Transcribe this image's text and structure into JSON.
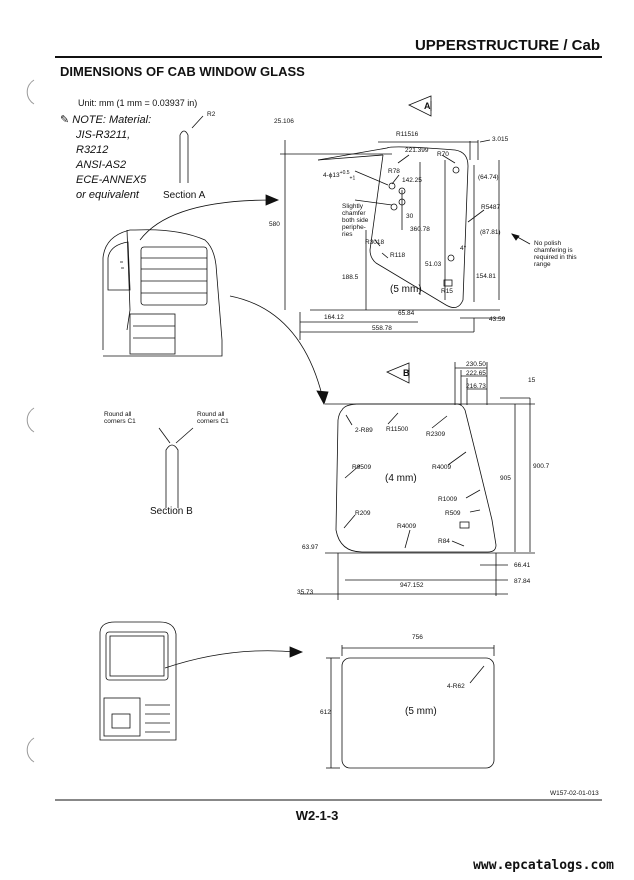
{
  "header": {
    "section_title": "UPPERSTRUCTURE / Cab",
    "page_title": "DIMENSIONS OF CAB WINDOW GLASS"
  },
  "unit_note": "Unit: mm (1 mm = 0.03937 in)",
  "material_note": {
    "heading": "NOTE: Material:",
    "lines": [
      "JIS-R3211,",
      "R3212",
      "ANSI-AS2",
      "ECE-ANNEX5",
      "or equivalent"
    ]
  },
  "section_a": {
    "label": "Section A",
    "radius": "R2",
    "view_marker": "A"
  },
  "section_b": {
    "label": "Section B",
    "view_marker": "B",
    "left_note": [
      "Round all",
      "corners C1"
    ],
    "right_note": [
      "Round all",
      "corners C1"
    ]
  },
  "glass_a": {
    "thickness": "(5 mm)",
    "dims": {
      "d25_106": "25.106",
      "r11516": "R11516",
      "d3_015": "3.015",
      "d221_399": "221.399",
      "r70": "R70",
      "d64_74": "(64.74)",
      "r78": "R78",
      "d142_25": "142.25",
      "holes": "4-ϕ13",
      "hole_tol": "+0.5",
      "hole_tol2": "+1",
      "d30": "30",
      "r5487": "R5487",
      "chamfer": [
        "Slightly",
        "chamfer",
        "both side",
        "periphe-",
        "ries"
      ],
      "d360_78": "360.78",
      "d87_81": "(87.81)",
      "r3018": "R3018",
      "angle": "4°",
      "r118": "R118",
      "d51_03": "51.03",
      "d154_81": "154.81",
      "r15": "R15",
      "d580": "580",
      "d188_5": "188.5",
      "d164_12": "164.12",
      "d65_84": "65.84",
      "d558_78": "558.78",
      "d43_59": "43.59"
    },
    "polish_note": [
      "No polish",
      "chamfering is",
      "required in this",
      "range"
    ]
  },
  "glass_b": {
    "thickness": "(4 mm)",
    "dims": {
      "d230_50": "230.50",
      "d222_65": "222.65",
      "d216_73": "216.73",
      "d15": "15",
      "r89": "2-R89",
      "r11500": "R11500",
      "r2309": "R2309",
      "r9509": "R9509",
      "r4009a": "R4009",
      "d905": "905",
      "d900_7": "900.7",
      "r1009": "R1009",
      "r509": "R509",
      "r209": "R209",
      "r4009b": "R4009",
      "r84": "R84",
      "d63_97": "63.97",
      "d66_41": "66.41",
      "d947_152": "947.152",
      "d87_84": "87.84",
      "d35_73": "35.73"
    }
  },
  "glass_c": {
    "thickness": "(5 mm)",
    "dims": {
      "width": "756",
      "height": "612",
      "corners": "4-R62"
    }
  },
  "drawing_code": "W157-02-01-013",
  "page_number": "W2-1-3",
  "website": "www.epcatalogs.com"
}
